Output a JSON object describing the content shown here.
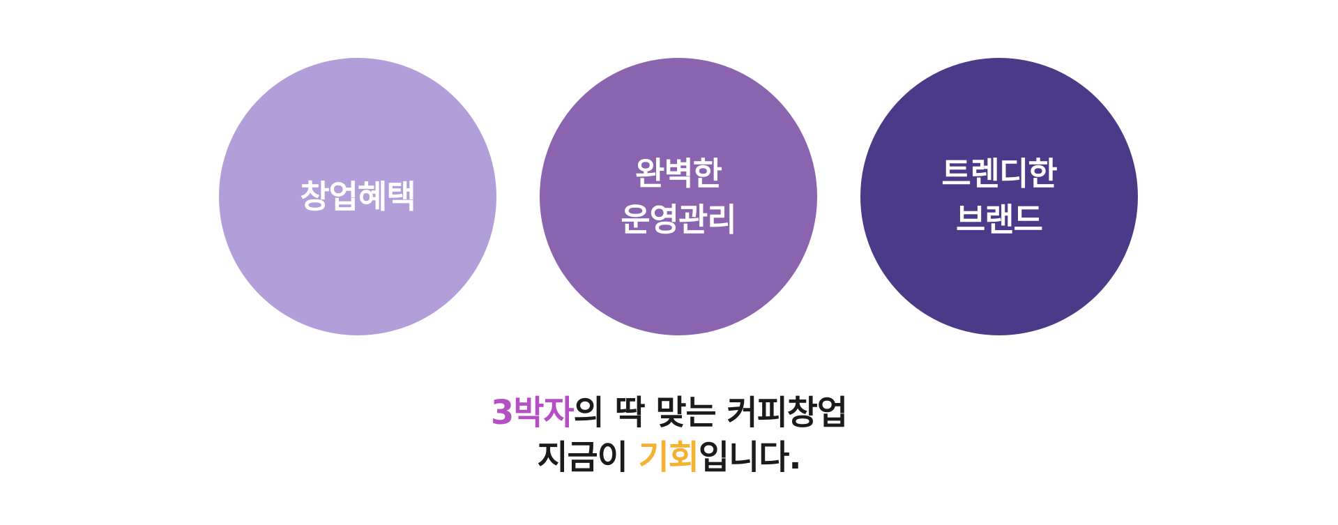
{
  "circles": [
    {
      "lines": [
        "창업혜택"
      ],
      "color": "#b29fda"
    },
    {
      "lines": [
        "완벽한",
        "운영관리"
      ],
      "color": "#8a64ae"
    },
    {
      "lines": [
        "트렌디한",
        "브랜드"
      ],
      "color": "#4a3a87"
    }
  ],
  "tagline": {
    "line1": {
      "highlight": "3박자",
      "highlight_color": "#b44fc4",
      "rest": "의 딱 맞는 커피창업"
    },
    "line2": {
      "before": "지금이 ",
      "highlight": "기회",
      "highlight_color": "#f5b130",
      "after": "입니다."
    }
  }
}
